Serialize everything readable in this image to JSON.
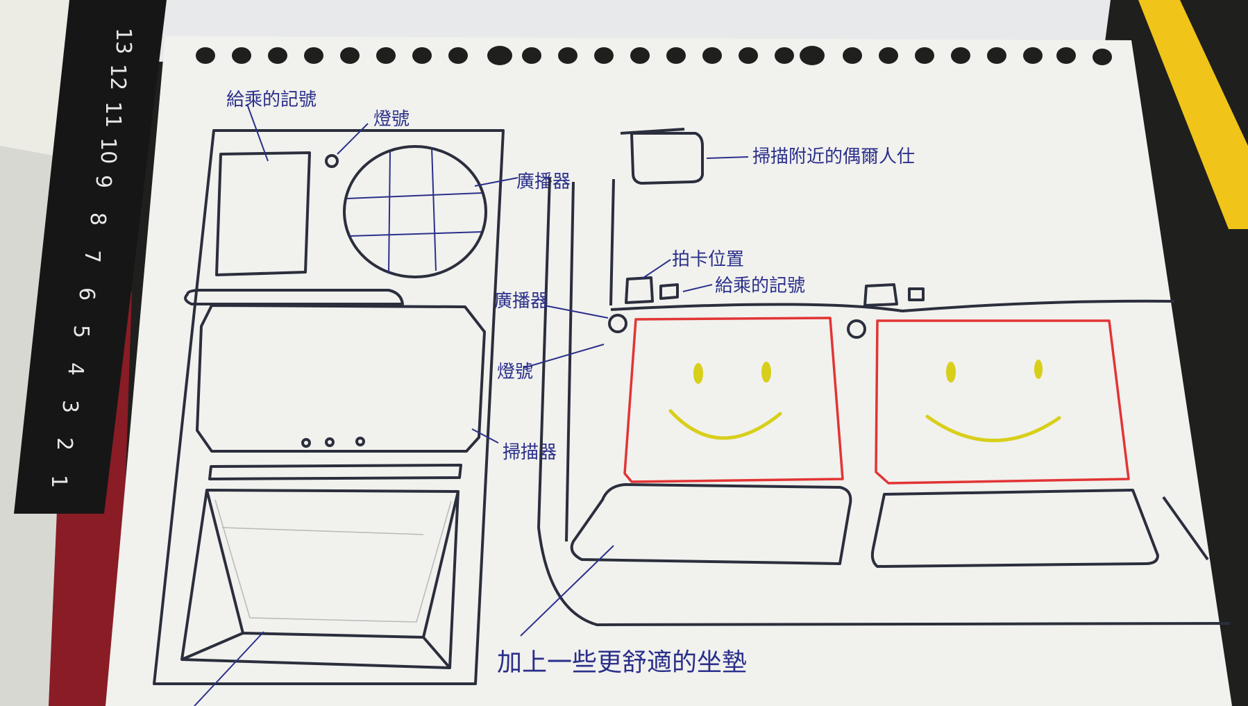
{
  "ruler": {
    "numbers": [
      "13",
      "12",
      "11",
      "10",
      "9",
      "8",
      "7",
      "6",
      "5",
      "4",
      "3",
      "2",
      "1"
    ]
  },
  "left_sketch": {
    "label_customer_mark": "給乘的記號",
    "label_light": "燈號",
    "label_broadcaster": "廣播器",
    "label_scanner": "掃描器"
  },
  "right_sketch": {
    "label_scan_nearby": "掃描附近的偶爾人仕",
    "label_card_position": "拍卡位置",
    "label_customer_mark": "給乘的記號",
    "label_broadcaster": "廣播器",
    "label_light": "燈號",
    "caption_seat": "加上一些更舒適的坐墊"
  },
  "colors": {
    "paper": "#f1f1ee",
    "ink_dark": "#2b2e3c",
    "ink_blue": "#2a2f8a",
    "marker_red": "#e23434",
    "marker_yellow": "#d8cf1a",
    "pencil_yellow": "#f0c419",
    "ruler": "#1a1a1a"
  }
}
